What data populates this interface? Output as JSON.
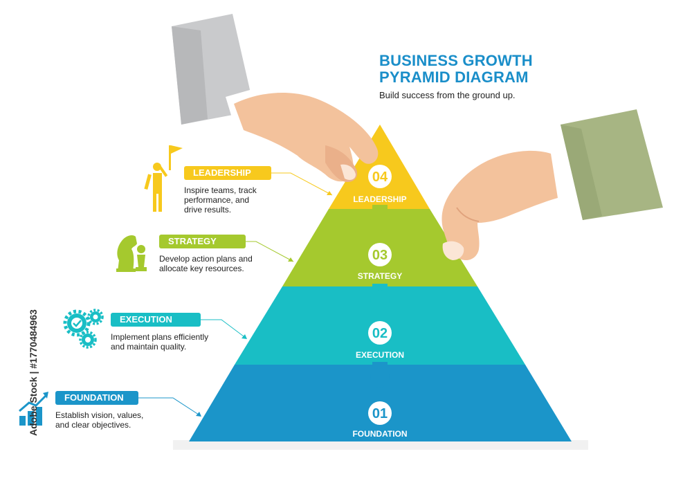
{
  "title": {
    "line1": "BUSINESS GROWTH",
    "line2": "PYRAMID DIAGRAM",
    "subtitle": "Build success from the ground up."
  },
  "tiers": [
    {
      "number": "04",
      "label": "LEADERSHIP",
      "pill": "LEADERSHIP",
      "desc_lines": [
        "Inspire teams, track",
        "performance, and",
        "drive results."
      ],
      "color": "#f7c91d",
      "icon": "person-with-flag-icon"
    },
    {
      "number": "03",
      "label": "STRATEGY",
      "pill": "STRATEGY",
      "desc_lines": [
        "Develop action plans and",
        "allocate key resources."
      ],
      "color": "#a5c92e",
      "icon": "chess-pieces-icon"
    },
    {
      "number": "02",
      "label": "EXECUTION",
      "pill": "EXECUTION",
      "desc_lines": [
        "Implement plans efficiently",
        "and maintain quality."
      ],
      "color": "#19bec5",
      "icon": "gears-icon"
    },
    {
      "number": "01",
      "label": "FOUNDATION",
      "pill": "FOUNDATION",
      "desc_lines": [
        "Establish vision, values,",
        "and clear objectives."
      ],
      "color": "#1b95c9",
      "icon": "growth-chart-icon"
    }
  ],
  "side_credit": "Adobe Stock | #1770484963",
  "colors": {
    "title": "#1a8ec9",
    "hand_skin": "#f3c29c",
    "left_sleeve": "#c9cacc",
    "right_sleeve": "#a7b583"
  }
}
